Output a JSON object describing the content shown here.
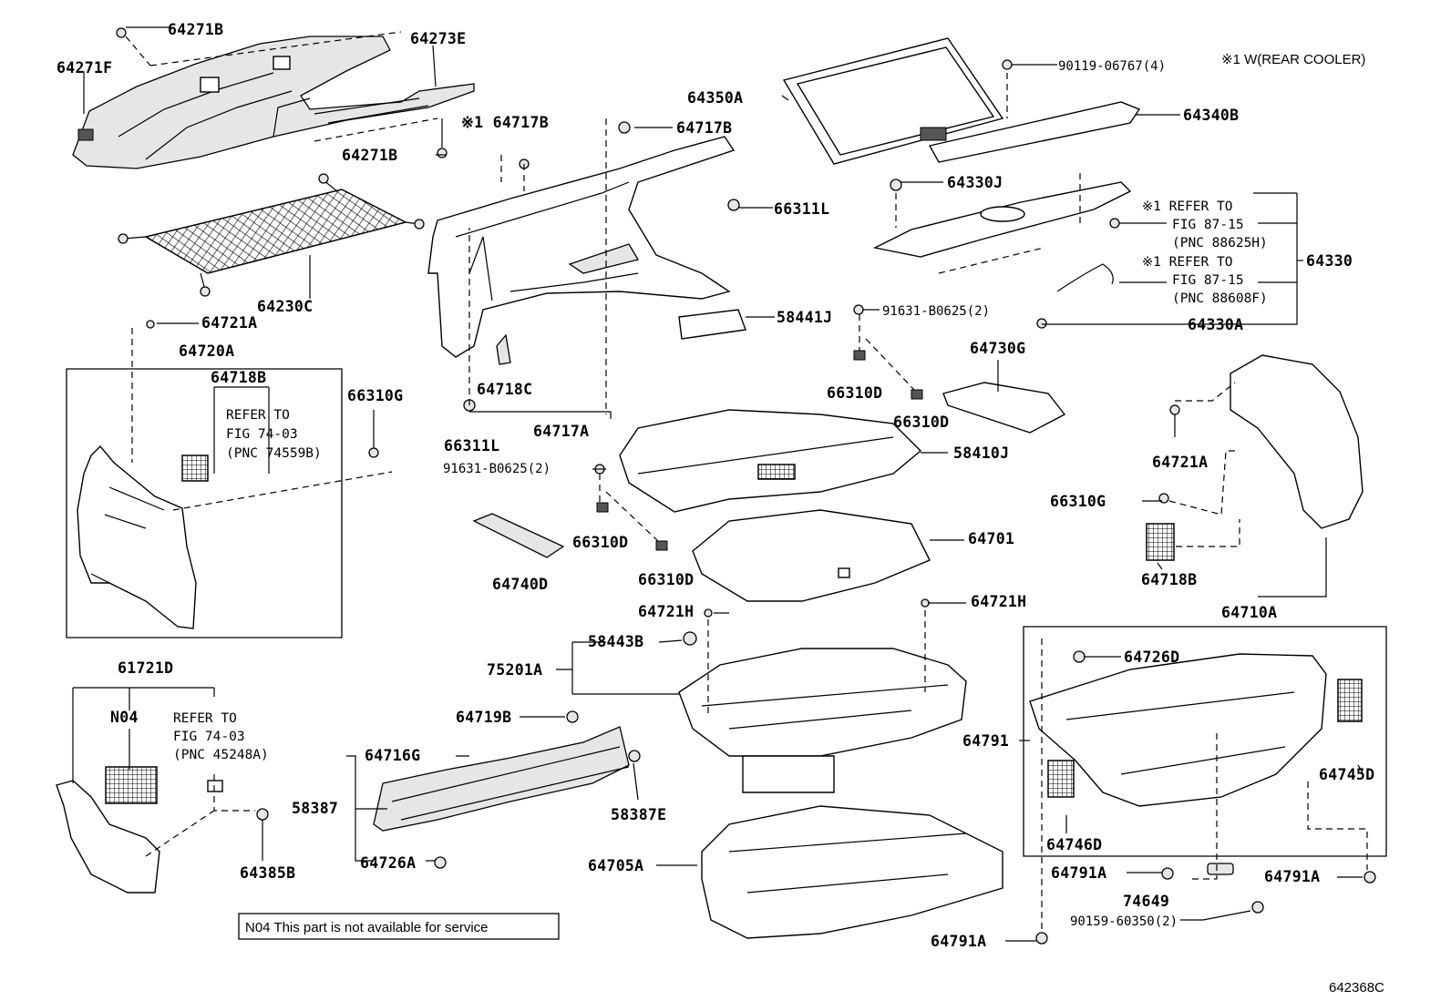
{
  "diagram": {
    "figure_code": "642368C",
    "header_note": "※1 W(REAR COOLER)",
    "footnote": "N04  This part is not available for service",
    "labels": {
      "p64271B_top": "64271B",
      "p64273E": "64273E",
      "p64271F": "64271F",
      "p64271B_bot": "64271B",
      "p64230C": "64230C",
      "p64717B_a": "※1 64717B",
      "p64717B_b": "64717B",
      "p66311L_a": "66311L",
      "p58441J": "58441J",
      "p64718C": "64718C",
      "p66311L_b": "66311L",
      "p64717A": "64717A",
      "p64721A_l": "64721A",
      "p64720A": "64720A",
      "p64718B_l": "64718B",
      "p66310G_l": "66310G",
      "p64350A": "64350A",
      "p90119": "90119-06767(4)",
      "p64340B": "64340B",
      "p64330J": "64330J",
      "p64330": "64330",
      "p64330A": "64330A",
      "p91631_a": "91631-B0625(2)",
      "p64730G": "64730G",
      "p66310D_a": "66310D",
      "p66310D_b": "66310D",
      "p58410J": "58410J",
      "p91631_b": "91631-B0625(2)",
      "p66310D_c": "66310D",
      "p66310D_d": "66310D",
      "p64740D": "64740D",
      "p64701": "64701",
      "p64721A_r": "64721A",
      "p66310G_r": "66310G",
      "p64718B_r": "64718B",
      "p64710A": "64710A",
      "p64721H_a": "64721H",
      "p64721H_b": "64721H",
      "p58443B": "58443B",
      "p75201A": "75201A",
      "p61721D": "61721D",
      "pN04": "N04",
      "p64719B": "64719B",
      "p64716G": "64716G",
      "p58387": "58387",
      "p58387E": "58387E",
      "p64726A": "64726A",
      "p64385B": "64385B",
      "p64705A": "64705A",
      "p64726D": "64726D",
      "p64791": "64791",
      "p64745D": "64745D",
      "p64746D": "64746D",
      "p64791A_a": "64791A",
      "p64791A_b": "64791A",
      "p64791A_c": "64791A",
      "p74649": "74649",
      "p90159": "90159-60350(2)"
    },
    "refs": {
      "ref_74559": [
        "REFER TO",
        "FIG 74-03",
        "(PNC 74559B)"
      ],
      "ref_45248": [
        "REFER TO",
        "FIG 74-03",
        "(PNC 45248A)"
      ],
      "ref_88625": [
        "※1 REFER TO",
        "FIG 87-15",
        "(PNC 88625H)"
      ],
      "ref_88608": [
        "※1 REFER TO",
        "FIG 87-15",
        "(PNC 88608F)"
      ]
    }
  }
}
